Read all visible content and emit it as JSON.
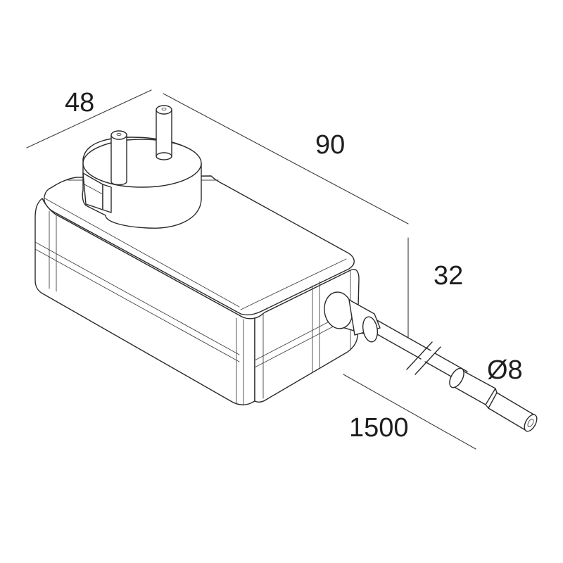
{
  "dimensions": {
    "width": "48",
    "length": "90",
    "height": "32",
    "cable_length": "1500",
    "connector_diameter": "Ø8"
  },
  "colors": {
    "line": "#2a2a2a",
    "background": "#ffffff"
  }
}
